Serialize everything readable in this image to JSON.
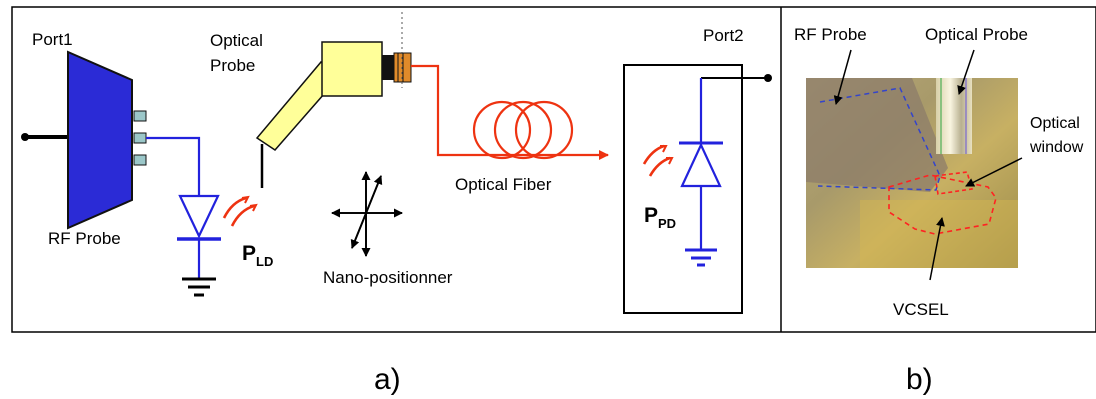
{
  "panel_a": {
    "port1": "Port1",
    "port2": "Port2",
    "optical_probe_line1": "Optical",
    "optical_probe_line2": "Probe",
    "rf_probe": "RF Probe",
    "optical_fiber": "Optical Fiber",
    "nano_positioner": "Nano-positionner",
    "p_ld_main": "P",
    "p_ld_sub": "LD",
    "p_pd_main": "P",
    "p_pd_sub": "PD"
  },
  "panel_b": {
    "rf_probe": "RF Probe",
    "optical_probe": "Optical Probe",
    "optical_window_line1": "Optical",
    "optical_window_line2": "window",
    "vcsel": "VCSEL"
  },
  "captions": {
    "a": "a)",
    "b": "b)"
  },
  "colors": {
    "circuit_blue": "#2222dd",
    "probe_blue": "#2b2bd6",
    "fiber_red": "#ee3311",
    "probe_yellow": "#ffff99",
    "dashed_red": "#ff2222",
    "dashed_blue": "#3344cc"
  }
}
